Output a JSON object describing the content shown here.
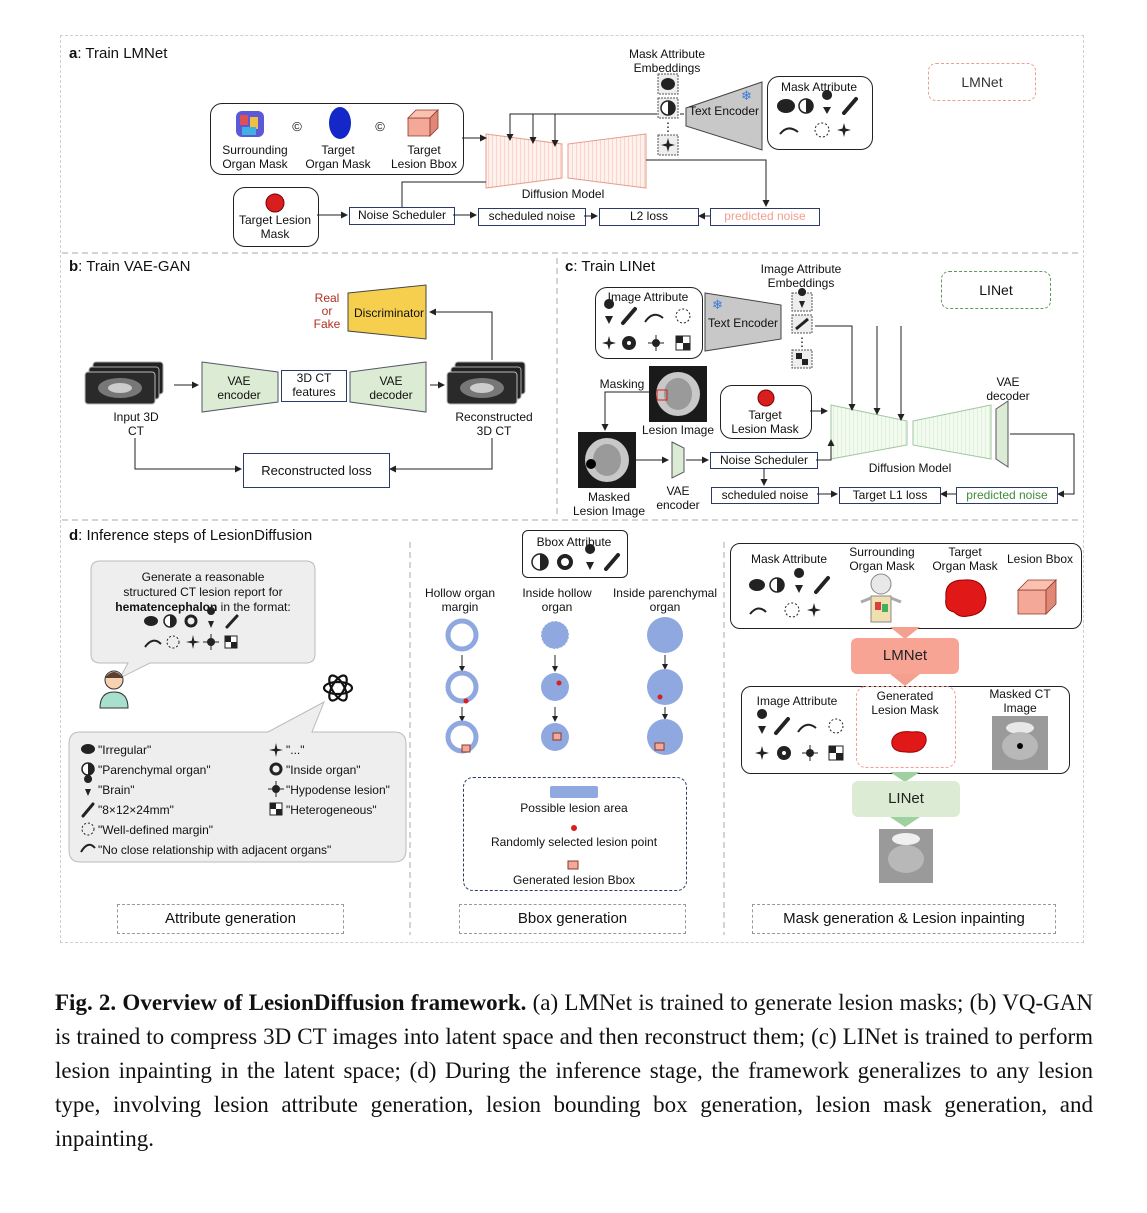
{
  "panel_a": {
    "title_letter": "a",
    "title_text": ": Train LMNet",
    "surrounding_organ_mask": "Surrounding\nOrgan Mask",
    "target_organ_mask": "Target\nOrgan Mask",
    "target_lesion_bbox": "Target\nLesion Bbox",
    "concat_symbol": "©",
    "mask_attr_embeddings": "Mask Attribute\nEmbeddings",
    "text_encoder": "Text Encoder",
    "mask_attribute": "Mask Attribute",
    "lmnet_tag": "LMNet",
    "diffusion_model": "Diffusion Model",
    "target_lesion_mask": "Target Lesion\nMask",
    "noise_scheduler": "Noise Scheduler",
    "scheduled_noise": "scheduled noise",
    "l2_loss": "L2 loss",
    "predicted_noise": "predicted noise",
    "ellipsis": "⋮"
  },
  "panel_b": {
    "title_letter": "b",
    "title_text": ": Train VAE-GAN",
    "real_or_fake": "Real\nor\nFake",
    "discriminator": "Discriminator",
    "vae_encoder": "VAE\nencoder",
    "ct_features": "3D CT\nfeatures",
    "vae_decoder": "VAE\ndecoder",
    "input_ct": "Input 3D\nCT",
    "reconstructed_ct": "Reconstructed\n3D CT",
    "reconstructed_loss": "Reconstructed loss"
  },
  "panel_c": {
    "title_letter": "c",
    "title_text": ": Train LINet",
    "image_attr_embeddings": "Image Attribute\nEmbeddings",
    "linet_tag": "LINet",
    "image_attribute": "Image Attribute",
    "text_encoder": "Text Encoder",
    "masking": "Masking",
    "lesion_image": "Lesion Image",
    "target_lesion_mask": "Target\nLesion Mask",
    "vae_decoder": "VAE\ndecoder",
    "diffusion_model": "Diffusion Model",
    "masked_lesion_image": "Masked\nLesion Image",
    "vae_encoder": "VAE\nencoder",
    "noise_scheduler": "Noise Scheduler",
    "scheduled_noise": "scheduled noise",
    "target_l1_loss": "Target L1 loss",
    "predicted_noise": "predicted noise"
  },
  "panel_d": {
    "title_letter": "d",
    "title_text": ": Inference steps of LesionDiffusion",
    "prompt_line1": "Generate a reasonable",
    "prompt_line2": "structured CT lesion report for",
    "prompt_bold": "hematencephalon",
    "prompt_line3_rest": " in the format:",
    "attrs_left": [
      "\"Irregular\"",
      "\"Parenchymal organ\"",
      "\"Brain\"",
      "\"8×12×24mm\"",
      "\"Well-defined margin\""
    ],
    "attrs_right": [
      "\"...\"",
      "\"Inside organ\"",
      "\"Hypodense lesion\"",
      "\"Heterogeneous\""
    ],
    "attr_last": "\"No close relationship with adjacent organs\"",
    "bbox_attribute": "Bbox Attribute",
    "hollow_margin": "Hollow organ\nmargin",
    "inside_hollow": "Inside hollow\norgan",
    "inside_parenchymal": "Inside parenchymal\norgan",
    "legend_area": "Possible lesion area",
    "legend_point": "Randomly selected lesion point",
    "legend_bbox": "Generated lesion Bbox",
    "mask_attribute": "Mask Attribute",
    "surrounding_organ_mask": "Surrounding\nOrgan Mask",
    "target_organ_mask": "Target\nOrgan Mask",
    "lesion_bbox": "Lesion Bbox",
    "lmnet": "LMNet",
    "image_attribute": "Image Attribute",
    "generated_lesion_mask": "Generated\nLesion Mask",
    "masked_ct_image": "Masked CT\nImage",
    "linet": "LINet",
    "stage1": "Attribute generation",
    "stage2": "Bbox generation",
    "stage3": "Mask generation & Lesion inpainting"
  },
  "caption": {
    "bold": "Fig. 2. Overview of LesionDiffusion framework.",
    "text": " (a) LMNet is trained to generate lesion masks; (b) VQ-GAN is trained to compress 3D CT images into latent space and then reconstruct them; (c) LINet is trained to perform lesion inpainting in the latent space; (d) During the inference stage, the framework generalizes to any lesion type, involving lesion attribute generation, lesion bounding box generation, lesion mask generation, and inpainting."
  },
  "colors": {
    "lmnet_accent": "#f4a090",
    "linet_accent": "#9fd09f",
    "discriminator": "#f7cf4f",
    "vae_green": "#dcebd3",
    "lesion_red": "#d81e1e",
    "organ_blue": "#7f9fdc"
  }
}
